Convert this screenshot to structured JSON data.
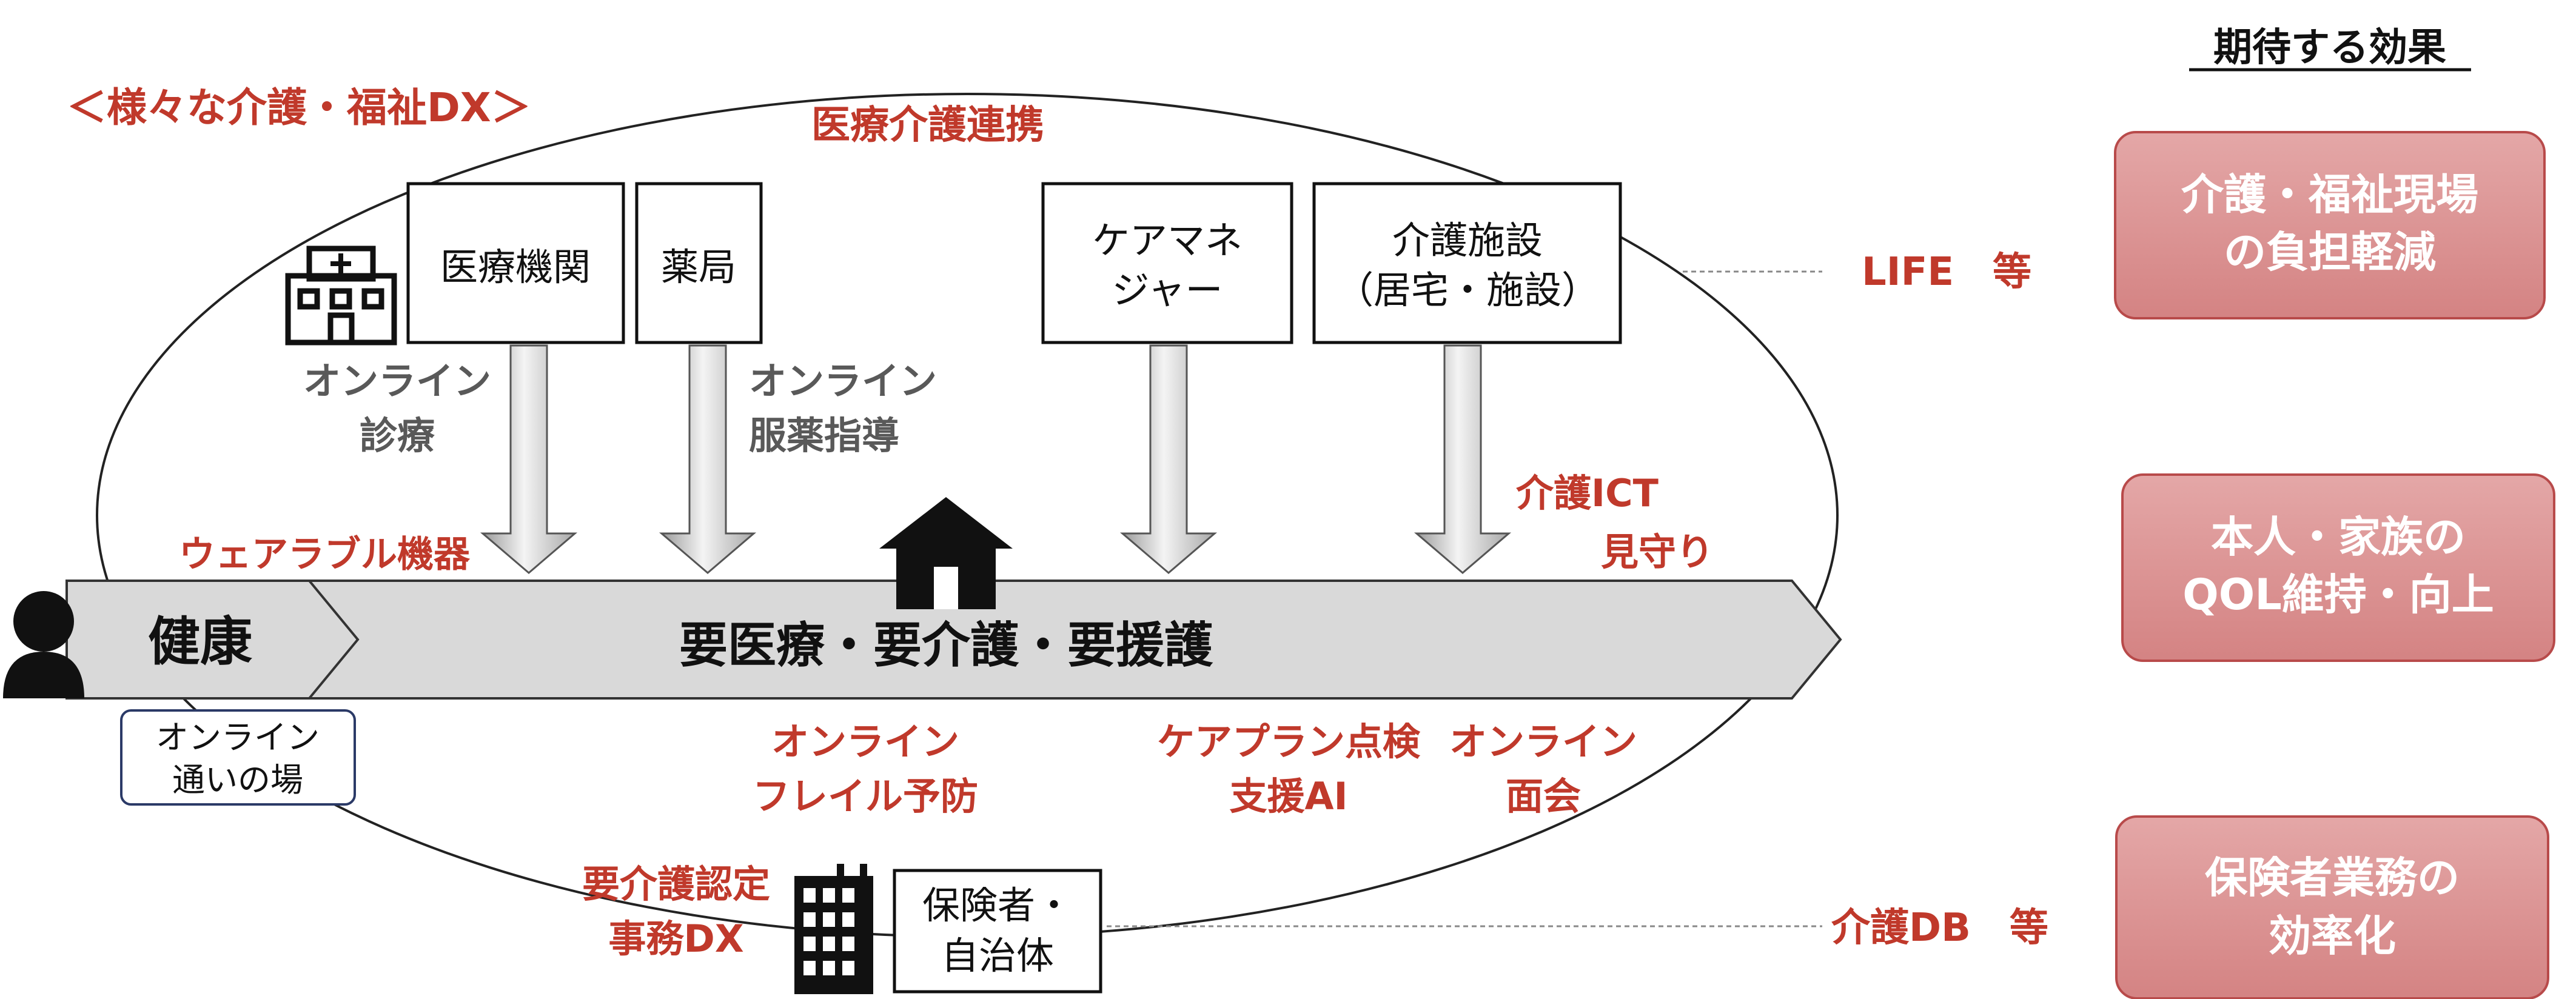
{
  "effects": {
    "header": "期待する効果",
    "boxes": [
      {
        "line1": "介護・福祉現場",
        "line2": "の負担軽減"
      },
      {
        "line1": "本人・家族の",
        "line2": "QOL維持・向上"
      },
      {
        "line1": "保険者業務の",
        "line2": "効率化"
      }
    ],
    "links": [
      "LIFE　等",
      "介護DB　等"
    ]
  },
  "title": "＜様々な介護・福祉DX＞",
  "cooperation": "医療介護連携",
  "actors": {
    "medical": "医療機関",
    "pharmacy": "薬局",
    "care_manager": {
      "line1": "ケアマネ",
      "line2": "ジャー"
    },
    "care_facility": {
      "line1": "介護施設",
      "line2": "（居宅・施設）"
    },
    "insurer": {
      "line1": "保険者・",
      "line2": "自治体"
    }
  },
  "labels": {
    "online_consult": {
      "line1": "オンライン",
      "line2": "診療"
    },
    "online_medication": {
      "line1": "オンライン",
      "line2": "服薬指導"
    },
    "care_ict": {
      "line1": "介護ICT",
      "line2": "見守り"
    },
    "wearable": "ウェアラブル機器",
    "frailty": {
      "line1": "オンライン",
      "line2": "フレイル予防"
    },
    "careplan_ai": {
      "line1": "ケアプラン点検",
      "line2": "支援AI"
    },
    "online_visit": {
      "line1": "オンライン",
      "line2": "面会"
    },
    "certification": {
      "line1": "要介護認定",
      "line2": "事務DX"
    }
  },
  "timeline": {
    "health": "健康",
    "care": "要医療・要介護・要援護"
  },
  "gathering": {
    "line1": "オンライン",
    "line2": "通いの場"
  },
  "icons": [
    "hospital-icon",
    "house-icon",
    "person-icon",
    "office-building-icon"
  ],
  "colors": {
    "accent": "#c0392b",
    "effect_fill": "#d98f8f",
    "effect_stroke": "#b84a4a",
    "arrow_fill": "#e3e3e3"
  }
}
